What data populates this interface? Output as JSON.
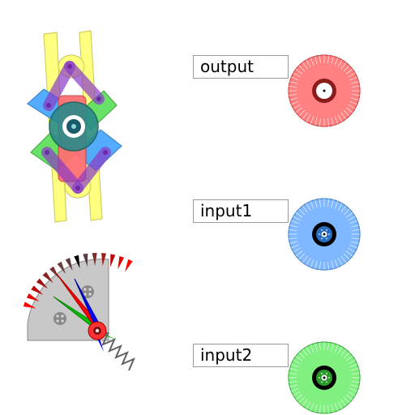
{
  "labels": {
    "output": "output",
    "input1": "input1",
    "input2": "input2"
  },
  "dials": [
    {
      "key": "output",
      "fill": "#ff8080",
      "stroke": "#d04040",
      "hub": "#8b1a1a",
      "hub_inner": "#ffffff"
    },
    {
      "key": "input1",
      "fill": "#80b8ff",
      "stroke": "#4a86d0",
      "hub": "#000000",
      "hub_inner": "#2a6cc0"
    },
    {
      "key": "input2",
      "fill": "#80f080",
      "stroke": "#40b040",
      "hub": "#000000",
      "hub_inner": "#2a9a2a"
    }
  ],
  "colors": {
    "rail": "#ffff80",
    "link": "#a050e0",
    "block_blue": "#4aa8ff",
    "block_green": "#60e060",
    "slider_red": "#ff7070",
    "center_gear": "#2a8a8a",
    "plate": "#c8c8c8",
    "needle_red": "#ff0000",
    "needle_blue": "#0000ff",
    "needle_green": "#00c000"
  }
}
